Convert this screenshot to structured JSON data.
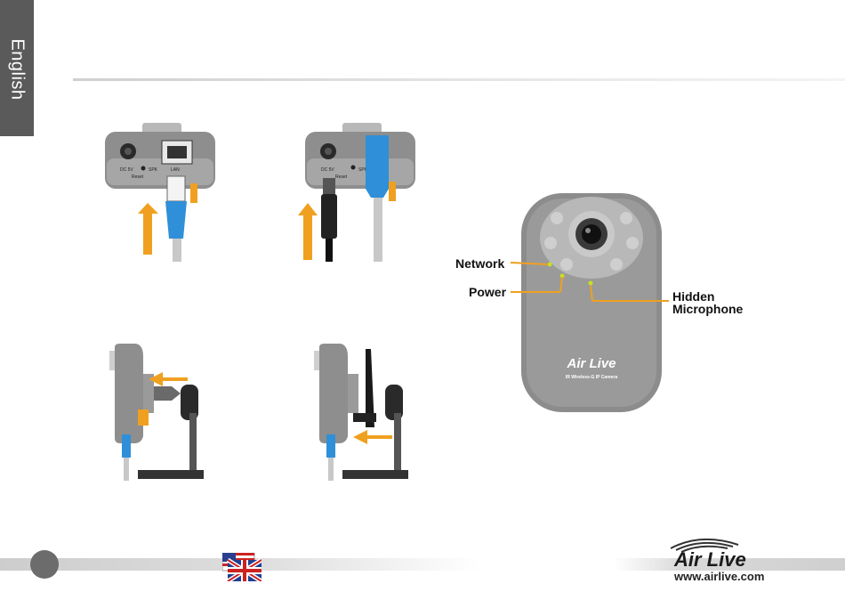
{
  "sidebar": {
    "language": "English"
  },
  "camera_rear_lan": {
    "port_labels": [
      "DC 5V",
      "SPK",
      "LAN"
    ],
    "reset_label": "Reset"
  },
  "camera_rear_power": {
    "port_labels": [
      "DC 5V",
      "SPK"
    ],
    "reset_label": "Reset"
  },
  "camera_front": {
    "labels": {
      "network": "Network",
      "power": "Power",
      "microphone_line1": "Hidden",
      "microphone_line2": "Microphone"
    },
    "logo": "Air Live",
    "subtitle": "IR Wireless-G IP Camera"
  },
  "footer": {
    "brand": "Air Live",
    "url": "www.airlive.com"
  },
  "colors": {
    "arrow": "#f0a020",
    "cable_blue": "#2f8fd8",
    "camera_body": "#8a8a8a",
    "label_line": "#f0a020",
    "led": "#c8e020"
  }
}
